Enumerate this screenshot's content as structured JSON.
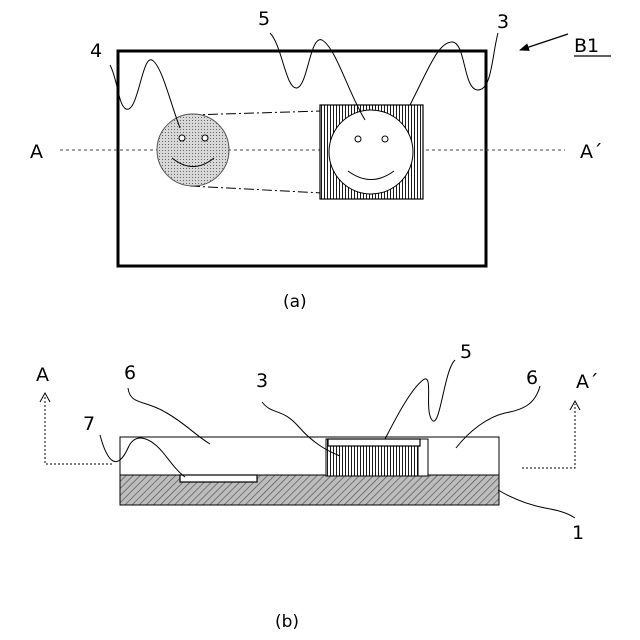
{
  "figure_a": {
    "ref_b1": "B1",
    "ref_3": "3",
    "ref_4": "4",
    "ref_5": "5",
    "section_left": "A",
    "section_right": "A´",
    "caption": "(a)"
  },
  "figure_b": {
    "ref_a_left": "A",
    "ref_a_right": "A´",
    "ref_1": "1",
    "ref_3": "3",
    "ref_5": "5",
    "ref_6_left": "6",
    "ref_6_right": "6",
    "ref_7": "7",
    "caption": "(b)"
  }
}
